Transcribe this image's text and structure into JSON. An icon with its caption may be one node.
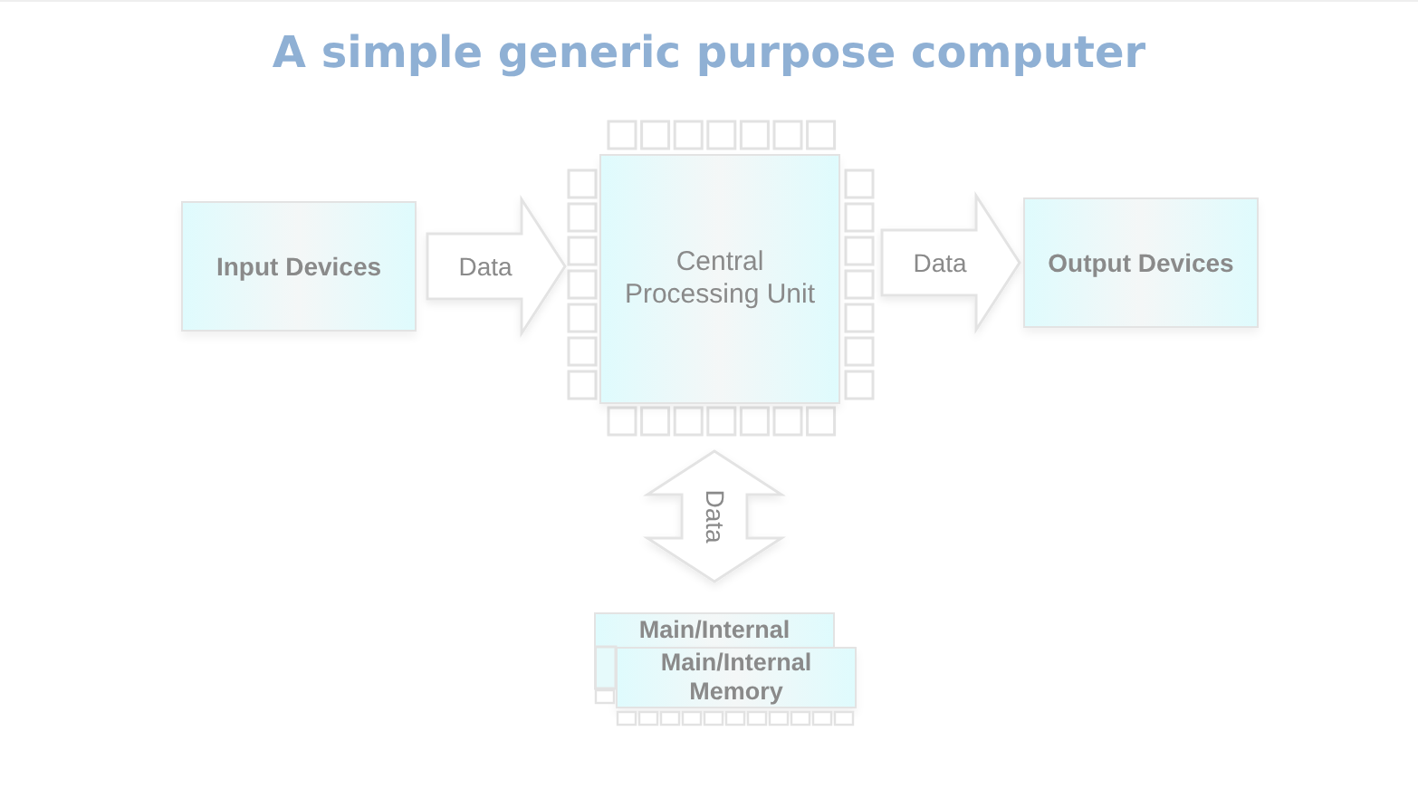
{
  "diagram": {
    "title": "A simple generic purpose computer",
    "nodes": [
      {
        "text": [
          "Input Devices"
        ]
      },
      {
        "text": [
          "Central Processing Unit"
        ]
      },
      {
        "text": [
          "Output Devices"
        ]
      },
      {
        "text": [
          "Main/Internal"
        ]
      },
      {
        "text": [
          "Main/Internal Memory"
        ]
      }
    ],
    "edges": [
      {
        "from": 0,
        "to": 1,
        "arrow": "to",
        "label": "Data"
      },
      {
        "from": 1,
        "to": 2,
        "arrow": "to",
        "label": "Data"
      },
      {
        "from": 1,
        "to": 3,
        "arrow": "both",
        "label": "Data"
      }
    ]
  }
}
